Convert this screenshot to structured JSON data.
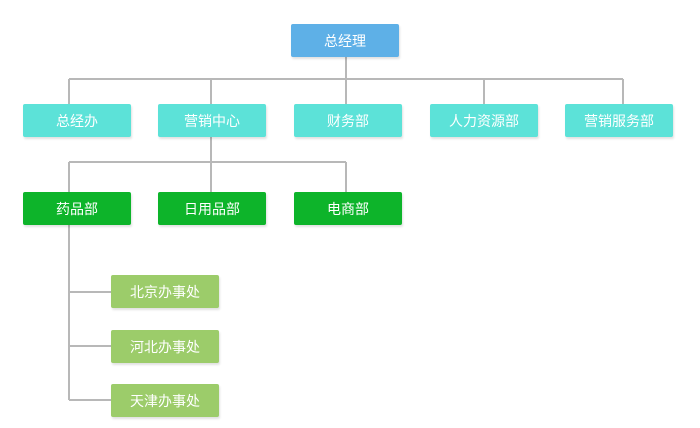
{
  "root": {
    "label": "总经理"
  },
  "departments": [
    {
      "label": "总经办"
    },
    {
      "label": "营销中心"
    },
    {
      "label": "财务部"
    },
    {
      "label": "人力资源部"
    },
    {
      "label": "营销服务部"
    }
  ],
  "marketing_children": [
    {
      "label": "药品部"
    },
    {
      "label": "日用品部"
    },
    {
      "label": "电商部"
    }
  ],
  "pharma_offices": [
    {
      "label": "北京办事处"
    },
    {
      "label": "河北办事处"
    },
    {
      "label": "天津办事处"
    }
  ],
  "colors": {
    "root": "#5eb0e7",
    "level1": "#5ce2d8",
    "level2": "#0db42a",
    "level3": "#9ccc6a",
    "connector": "#b8b8b8"
  }
}
